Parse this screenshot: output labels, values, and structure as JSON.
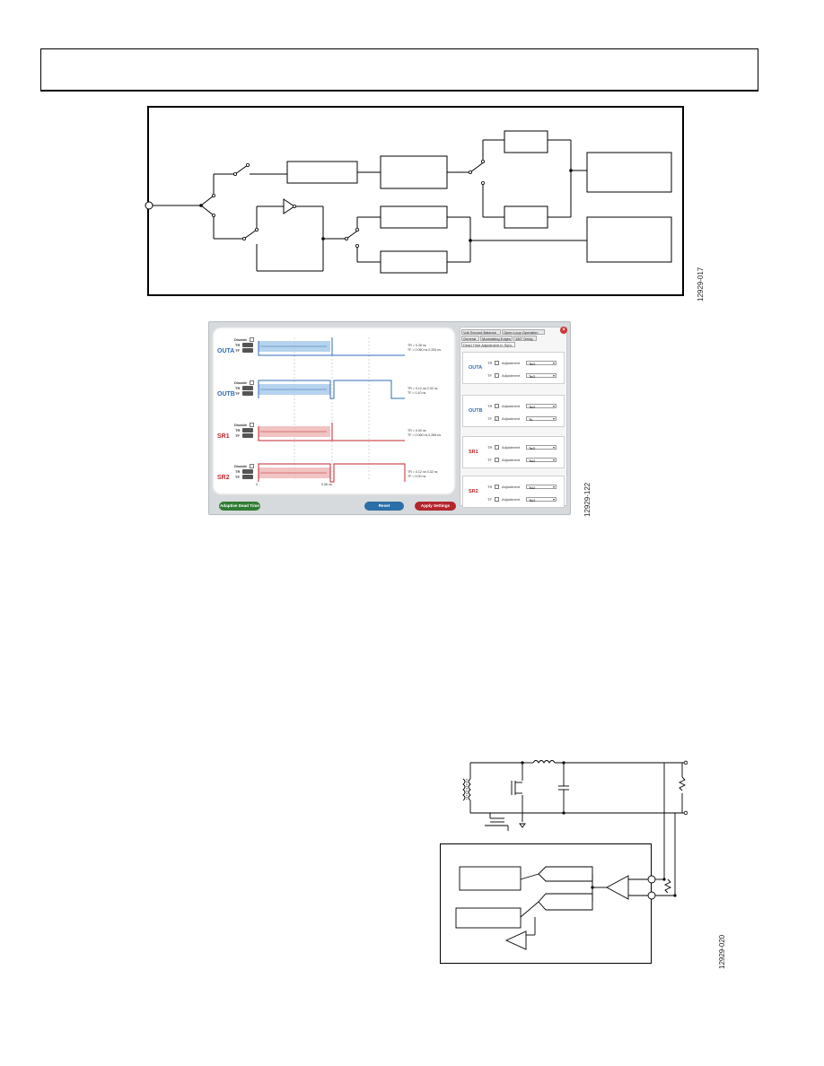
{
  "figure_ids": {
    "top": "12929-017",
    "gui": "12929-122",
    "bottom": "12929-020"
  },
  "gui": {
    "close_icon": "close-icon",
    "channels": [
      {
        "name": "OUTA",
        "color": "#2f6db5",
        "disable_label": "Disable",
        "tr_label": "TR",
        "tf_label": "TF",
        "readout1": "TR = 0.28 ns",
        "readout2": "TF = 0.060 ns  0.200 ns",
        "tag": "tri"
      },
      {
        "name": "OUTB",
        "color": "#2f6db5",
        "disable_label": "Disable",
        "tr_label": "TR",
        "tf_label": "TF",
        "readout1": "TR = 0.12 ns  0.32 ns",
        "readout2": "TF = 0.10 ns",
        "tag": "tri"
      },
      {
        "name": "SR1",
        "color": "#c0272d",
        "disable_label": "Disable",
        "tr_label": "TR",
        "tf_label": "TF",
        "readout1": "TR = 0.00 ns",
        "readout2": "TF = 0.060 ns  0.265 ns",
        "tag": "tri"
      },
      {
        "name": "SR2",
        "color": "#c0272d",
        "disable_label": "Disable",
        "tr_label": "TR",
        "tf_label": "TF",
        "readout1": "TR = 0.12 ns  0.32 ns",
        "readout2": "TF = 0.00 ns",
        "tag": "tri"
      }
    ],
    "axis": {
      "start": "0",
      "mid": "0.06 ns"
    },
    "tabs_row1": [
      "Volt Second Balance",
      "Open Loop Operation"
    ],
    "tabs_row2": [
      "General",
      "Modulating Edges",
      "180° Delay"
    ],
    "tabs_row3": [
      "Dead Time Adjustment in Sync"
    ],
    "adjust": {
      "adjustment_label": "Adjustment",
      "groups": [
        {
          "name": "OUTA",
          "color": "#2f6db5",
          "rows": [
            {
              "edge": "TR",
              "checked": false,
              "value": "Ts/2"
            },
            {
              "edge": "TF",
              "checked": false,
              "value": "Ts/2"
            }
          ]
        },
        {
          "name": "OUTB",
          "color": "#2f6db5",
          "rows": [
            {
              "edge": "TR",
              "checked": false,
              "value": "Ts/2"
            },
            {
              "edge": "TF",
              "checked": true,
              "value": "Ts"
            }
          ]
        },
        {
          "name": "SR1",
          "color": "#c0272d",
          "rows": [
            {
              "edge": "TR",
              "checked": false,
              "value": "Ts/2"
            },
            {
              "edge": "TF",
              "checked": false,
              "value": "Ts/2"
            }
          ]
        },
        {
          "name": "SR2",
          "color": "#c0272d",
          "rows": [
            {
              "edge": "TR",
              "checked": false,
              "value": "Ts/2"
            },
            {
              "edge": "TF",
              "checked": false,
              "value": "Ts/2"
            }
          ]
        }
      ]
    },
    "buttons": {
      "adaptive": "Adaptive Dead Time",
      "reset": "Reset",
      "apply": "Apply Settings"
    },
    "colors": {
      "adaptive": "#2e7d32",
      "reset": "#2a6fa8",
      "apply": "#b3262c",
      "blue_band": "#a9cbeb",
      "red_band": "#efb8b8"
    }
  }
}
